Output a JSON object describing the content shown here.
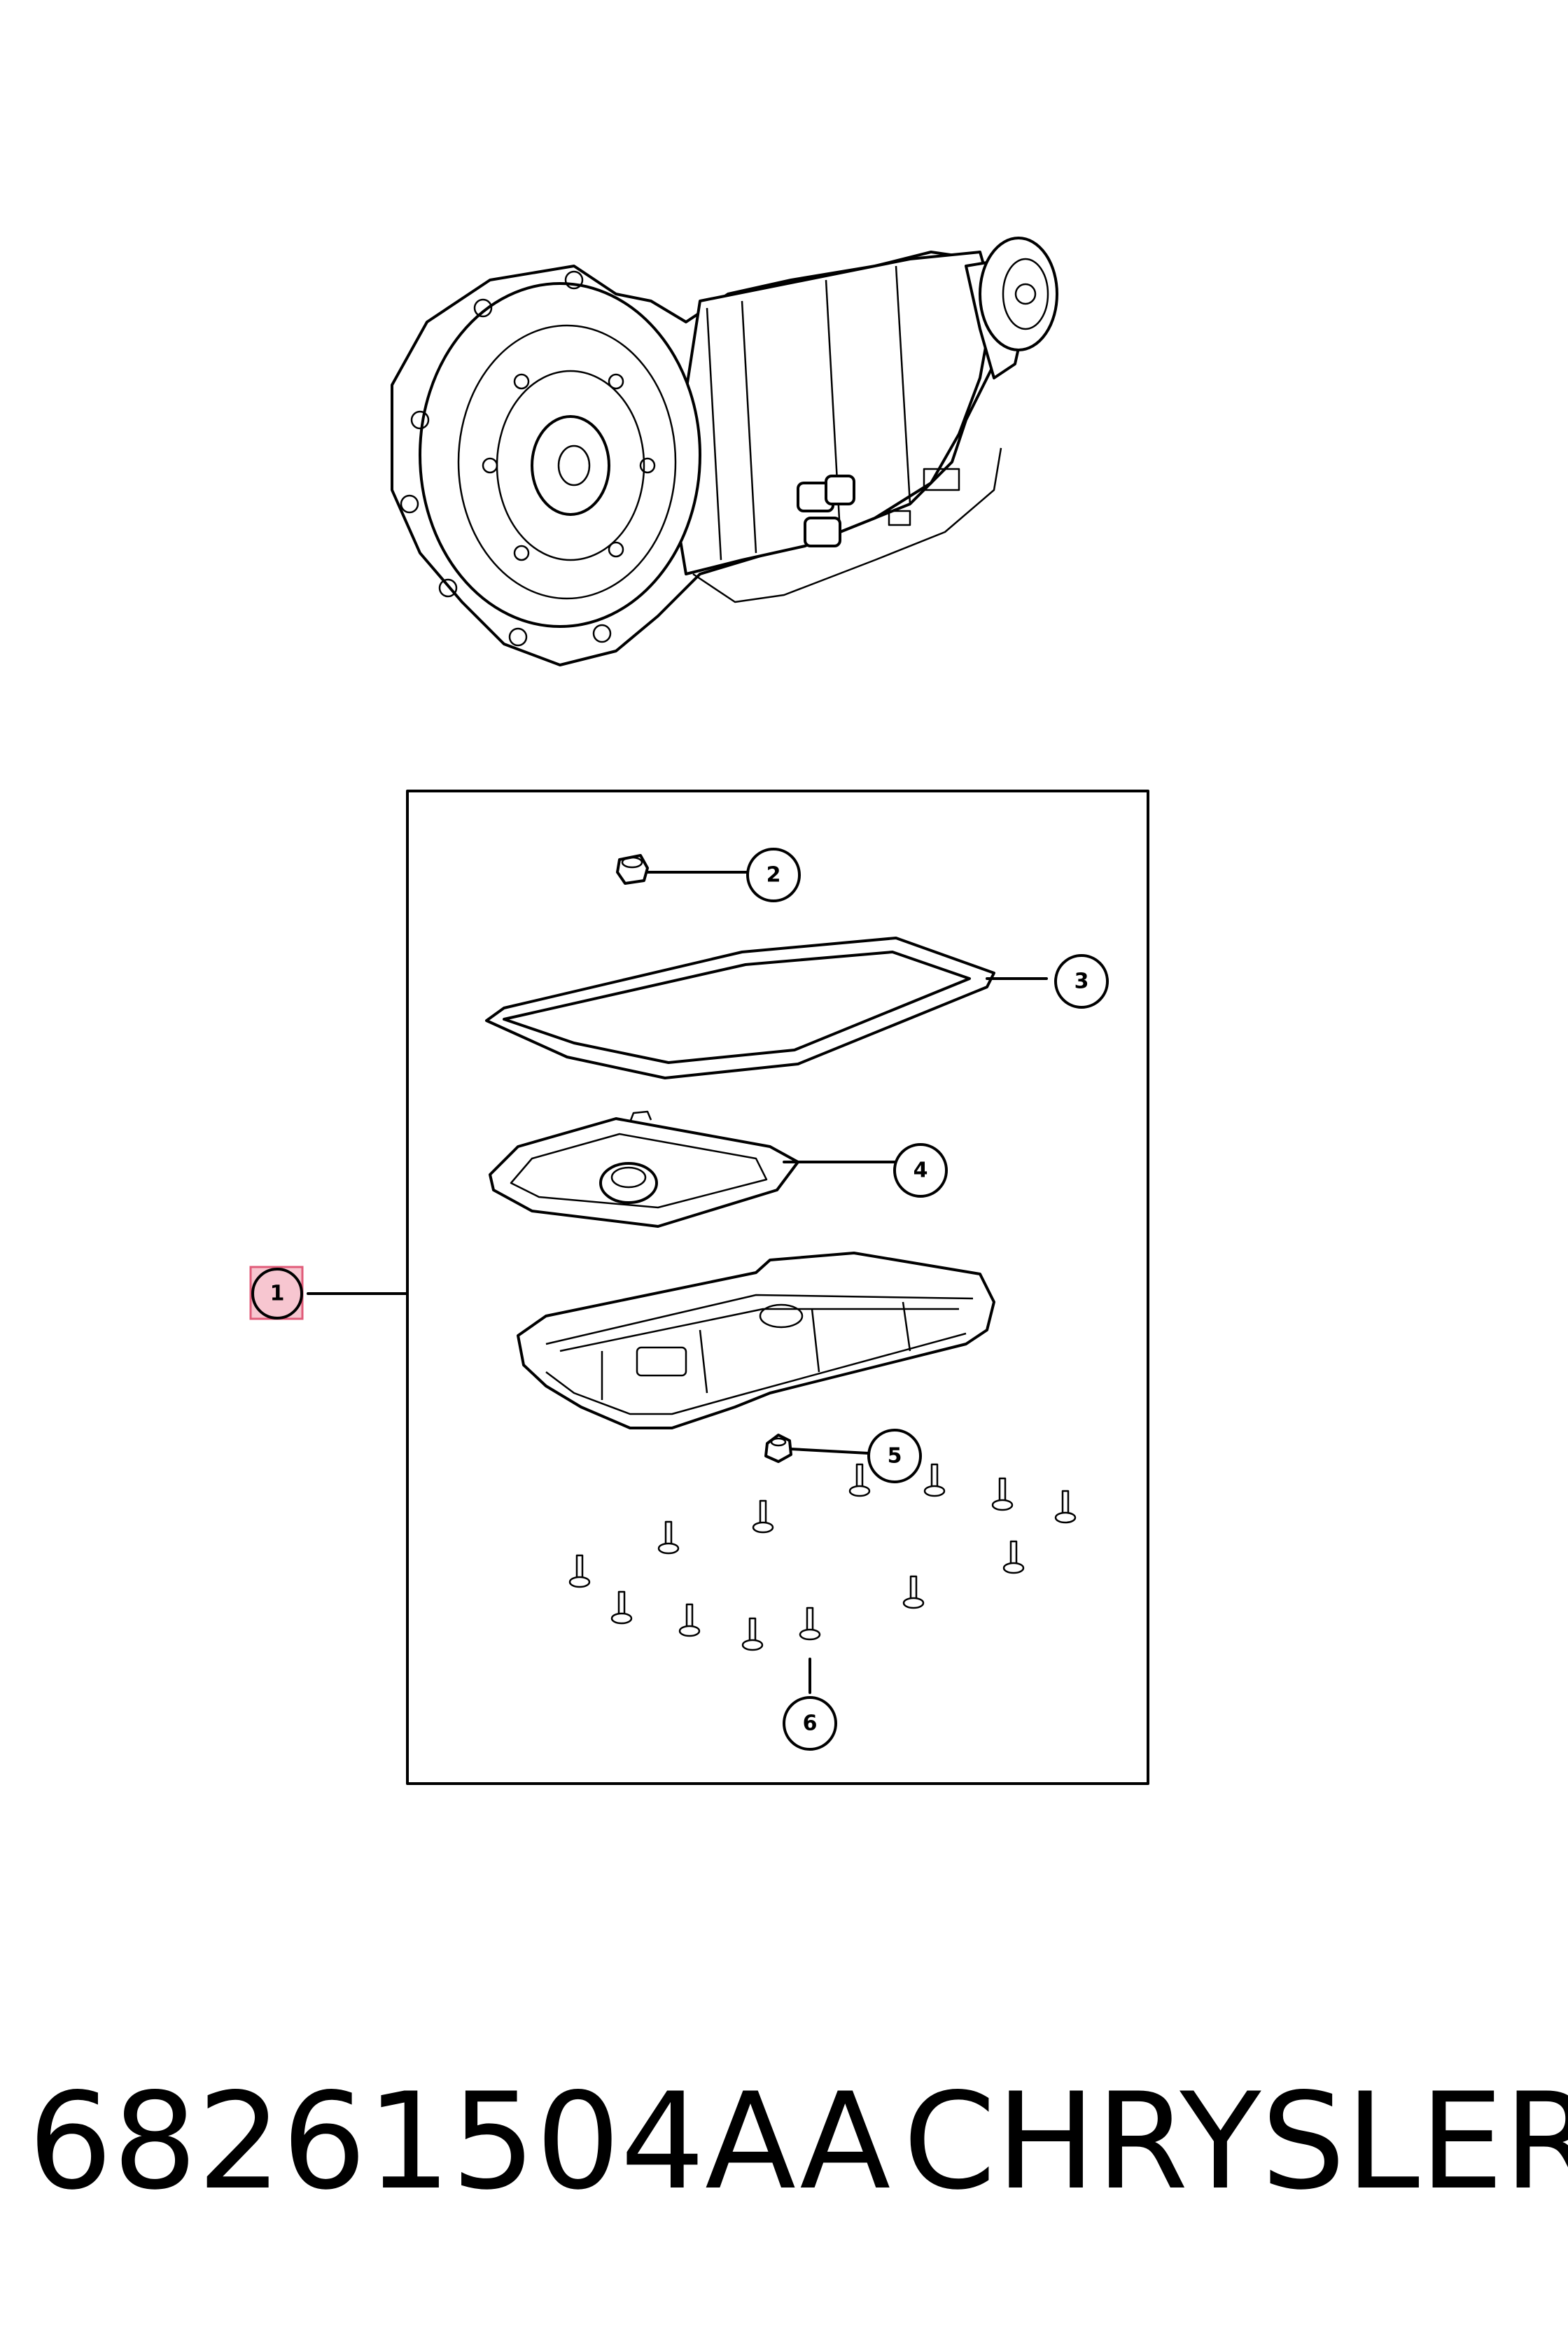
{
  "callouts": [
    {
      "id": "1",
      "label": "1",
      "highlight": "#f7c6d0",
      "highlight_border": "#e05b78"
    },
    {
      "id": "2",
      "label": "2"
    },
    {
      "id": "3",
      "label": "3"
    },
    {
      "id": "4",
      "label": "4"
    },
    {
      "id": "5",
      "label": "5"
    },
    {
      "id": "6",
      "label": "6"
    }
  ],
  "caption": {
    "part_number": "68261504AA",
    "brand": "CHRYSLER"
  },
  "colors": {
    "line": "#000000",
    "background": "#ffffff",
    "highlight": "#f7c6d0"
  }
}
